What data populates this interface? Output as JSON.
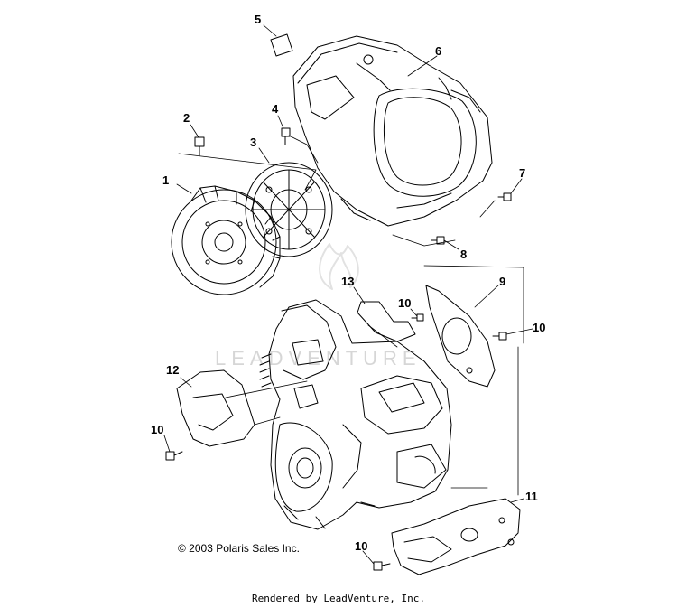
{
  "callouts": [
    "1",
    "2",
    "3",
    "4",
    "5",
    "6",
    "7",
    "8",
    "9",
    "10",
    "10",
    "10",
    "10",
    "11",
    "12",
    "13"
  ],
  "watermark": "LEADVENTURE",
  "copyright": "© 2003 Polaris Sales Inc.",
  "rendered_by": "Rendered by LeadVenture, Inc."
}
